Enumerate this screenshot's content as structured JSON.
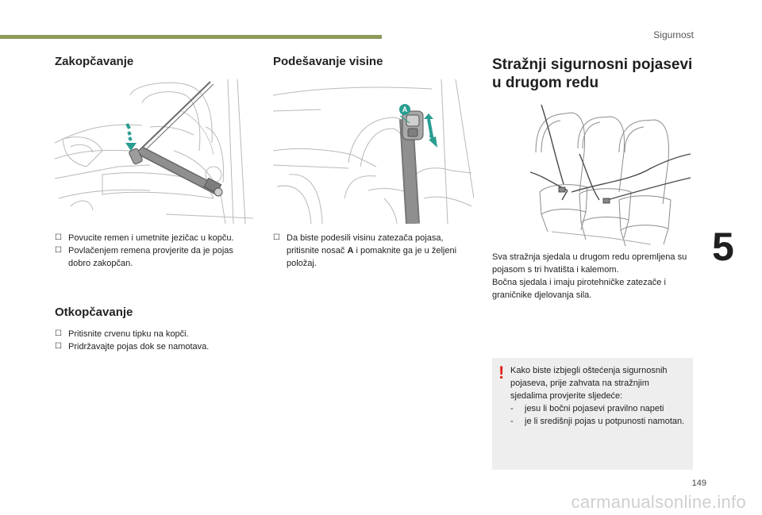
{
  "header": {
    "section": "Sigurnost"
  },
  "chapter": {
    "number": "5"
  },
  "page": {
    "number": "149"
  },
  "watermark": {
    "text": "carmanualsonline.info"
  },
  "col1": {
    "title": "Zakopčavanje",
    "bullets": [
      {
        "marker": "☐",
        "text": "Povucite remen i umetnite jezičac u kopču."
      },
      {
        "marker": "☐",
        "text": "Povlačenjem remena provjerite da je pojas dobro zakopčan."
      }
    ],
    "title2": "Otkopčavanje",
    "bullets2": [
      {
        "marker": "☐",
        "text": "Pritisnite crvenu tipku na kopči."
      },
      {
        "marker": "☐",
        "text": "Pridržavajte pojas dok se namotava."
      }
    ]
  },
  "col2": {
    "title": "Podešavanje visine",
    "callout": "A",
    "bullet": {
      "marker": "☐",
      "before": "Da biste podesili visinu zatezača pojasa, pritisnite nosač ",
      "bold": "A",
      "after": " i pomaknite ga je u željeni položaj."
    }
  },
  "col3": {
    "title_line1": "Stražnji sigurnosni pojasevi",
    "title_line2": "u drugom redu",
    "para1": "Sva stražnja sjedala u drugom redu opremljena su pojasom s tri hvatišta i kalemom.",
    "para2": "Bočna sjedala i imaju pirotehničke zatezače i graničnike djelovanja sila.",
    "warning": {
      "icon": "!",
      "intro": "Kako biste izbjegli oštećenja sigurnosnih pojaseva, prije zahvata na stražnjim sjedalima provjerite sljedeće:",
      "items": [
        {
          "dash": "-",
          "text": "jesu li bočni pojasevi pravilno napeti"
        },
        {
          "dash": "-",
          "text": "je li središnji pojas u potpunosti namotan."
        }
      ]
    }
  },
  "colors": {
    "accent_bar": "#8c9a5b",
    "teal_arrow": "#2a9d92",
    "warning_bg": "#eeeeee",
    "warning_icon": "#e2221b"
  }
}
